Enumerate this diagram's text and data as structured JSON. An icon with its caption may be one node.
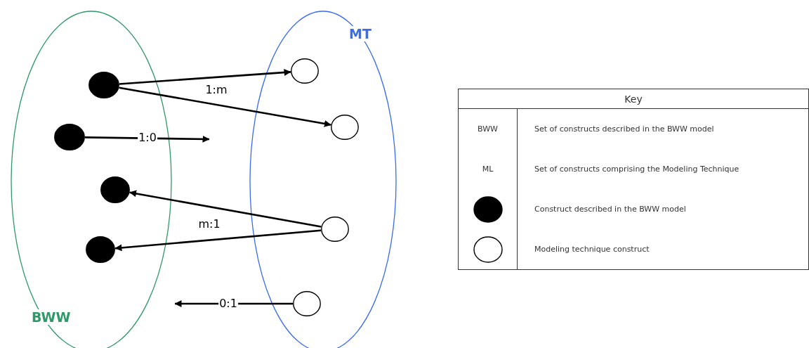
{
  "diagram": {
    "nodes": [
      {
        "text": [
          "BWW"
        ]
      },
      {
        "text": [],
        "shape": "circle",
        "in": 0
      },
      {
        "text": [],
        "shape": "circle",
        "in": 0
      },
      {
        "text": [],
        "shape": "circle",
        "in": 0
      },
      {
        "text": [],
        "shape": "circle",
        "in": 0
      },
      {
        "text": [
          "MT"
        ]
      },
      {
        "text": [],
        "shape": "circle",
        "in": 5
      },
      {
        "text": [],
        "shape": "circle",
        "in": 5
      },
      {
        "text": [],
        "shape": "circle",
        "in": 5
      },
      {
        "text": [],
        "shape": "circle",
        "in": 5
      }
    ],
    "edges": [
      {
        "from": 1,
        "to": 6,
        "arrow": "to",
        "label": "1:m"
      },
      {
        "from": 1,
        "to": 7,
        "arrow": "to"
      },
      {
        "from": 2,
        "to": null,
        "arrow": "to",
        "label": "1:0"
      },
      {
        "from": 8,
        "to": 3,
        "arrow": "to",
        "label": "m:1"
      },
      {
        "from": 8,
        "to": 4,
        "arrow": "to"
      },
      {
        "from": 9,
        "to": null,
        "arrow": "to",
        "label": "0:1"
      }
    ],
    "labels": [
      "Key",
      "BWW",
      "Set of constructs described in the BWW model",
      "ML",
      "Set of constructs comprising the Modeling Technique"
    ],
    "legend": [
      {
        "text": "Construct described in the BWW model"
      },
      {
        "text": "Modeling technique construct"
      }
    ]
  }
}
